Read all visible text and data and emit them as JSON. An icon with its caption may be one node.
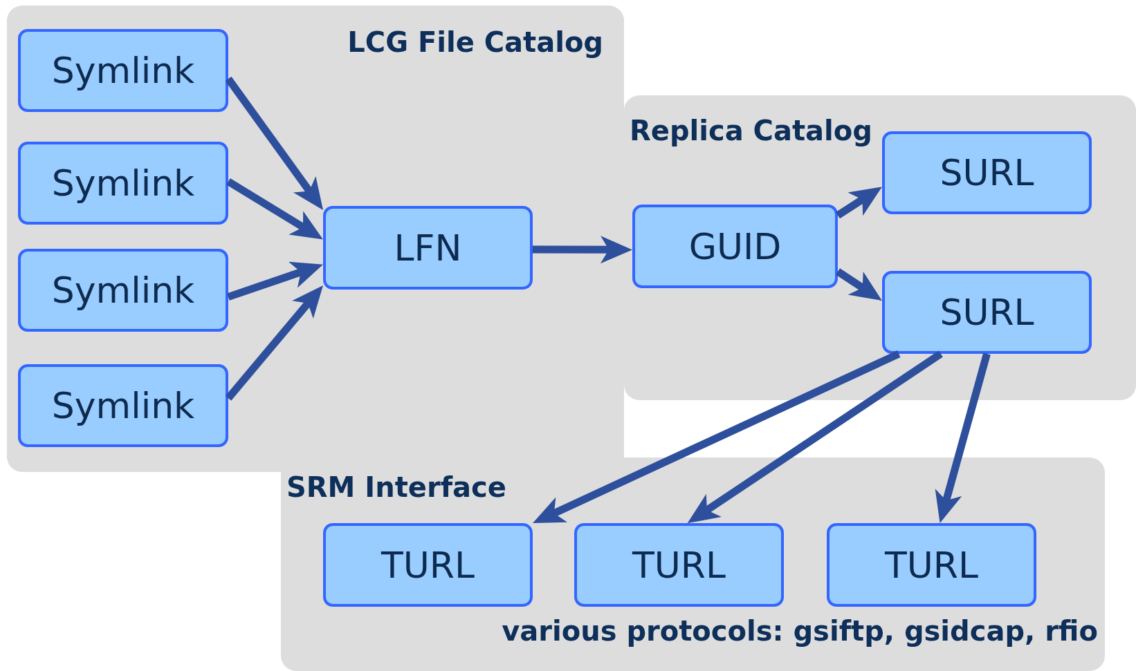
{
  "diagram": {
    "nodes": [
      {
        "text": [
          "LCG File Catalog"
        ]
      },
      {
        "text": [
          "Symlink"
        ],
        "in": 0
      },
      {
        "text": [
          "Symlink"
        ],
        "in": 0
      },
      {
        "text": [
          "Symlink"
        ],
        "in": 0
      },
      {
        "text": [
          "Symlink"
        ],
        "in": 0
      },
      {
        "text": [
          "LFN"
        ],
        "in": 0
      },
      {
        "text": [
          "Replica Catalog"
        ]
      },
      {
        "text": [
          "GUID"
        ],
        "in": 6
      },
      {
        "text": [
          "SURL"
        ],
        "in": 6
      },
      {
        "text": [
          "SURL"
        ],
        "in": 6
      },
      {
        "text": [
          "SRM Interface",
          "various protocols: gsiftp, gsidcap, rfio"
        ]
      },
      {
        "text": [
          "TURL"
        ],
        "in": 10
      },
      {
        "text": [
          "TURL"
        ],
        "in": 10
      },
      {
        "text": [
          "TURL"
        ],
        "in": 10
      }
    ],
    "edges": [
      {
        "from": 1,
        "to": 5,
        "arrow": "to"
      },
      {
        "from": 2,
        "to": 5,
        "arrow": "to"
      },
      {
        "from": 3,
        "to": 5,
        "arrow": "to"
      },
      {
        "from": 4,
        "to": 5,
        "arrow": "to"
      },
      {
        "from": 5,
        "to": 7,
        "arrow": "to"
      },
      {
        "from": 7,
        "to": 8,
        "arrow": "to"
      },
      {
        "from": 7,
        "to": 9,
        "arrow": "to"
      },
      {
        "from": 9,
        "to": 11,
        "arrow": "to"
      },
      {
        "from": 9,
        "to": 12,
        "arrow": "to"
      },
      {
        "from": 9,
        "to": 13,
        "arrow": "to"
      }
    ]
  }
}
